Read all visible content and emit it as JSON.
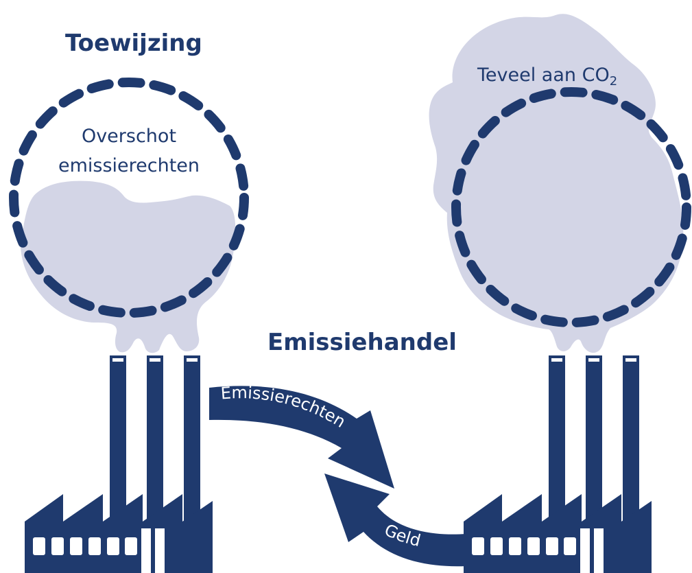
{
  "titles": {
    "left": "Toewijzing",
    "center": "Emissiehandel"
  },
  "left_factory": {
    "circle_label_line1": "Overschot",
    "circle_label_line2": "emissierechten"
  },
  "right_factory": {
    "cloud_label_main": "Teveel aan CO",
    "cloud_label_sub": "2"
  },
  "arrows": {
    "top": "Emissierechten",
    "bottom": "Geld"
  },
  "colors": {
    "navy": "#1f3a6e",
    "smoke": "#d3d5e6",
    "white": "#ffffff"
  }
}
